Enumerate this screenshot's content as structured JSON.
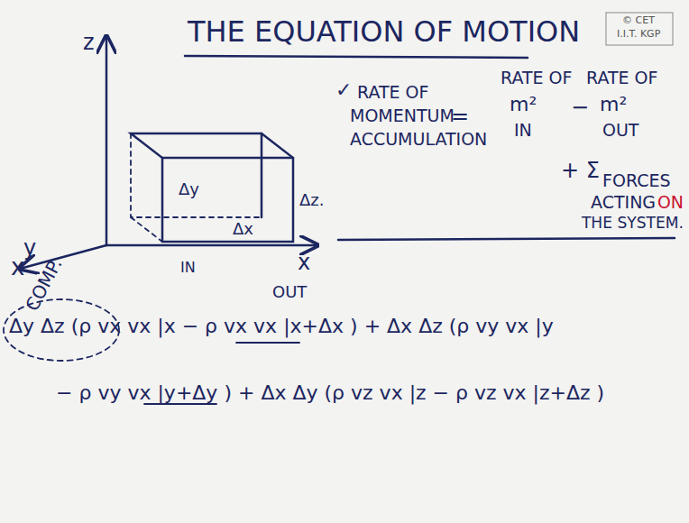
{
  "diagram": {
    "title": "THE EQUATION OF MOTION",
    "labels": [
      "© CET",
      "I.I.T. KGP",
      "z",
      "y",
      "x",
      "Δy",
      "Δx",
      "Δz.",
      "✓",
      "RATE OF",
      "MOMENTUM",
      "ACCUMULATION",
      "=",
      "RATE OF",
      "m²",
      "IN",
      "−",
      "RATE OF",
      "m²",
      "OUT",
      "+ Σ",
      "FORCES",
      "ACTING",
      "ON",
      "THE SYSTEM.",
      "x",
      "COMP.",
      "IN",
      "OUT",
      "Δy Δz (ρ vx vx |x − ρ vx vx |x+Δx ) + Δx Δz (ρ vy vx |y",
      "− ρ vy vx |y+Δy ) + Δx Δy (ρ vz vx |z − ρ vz vx |z+Δz )"
    ]
  }
}
